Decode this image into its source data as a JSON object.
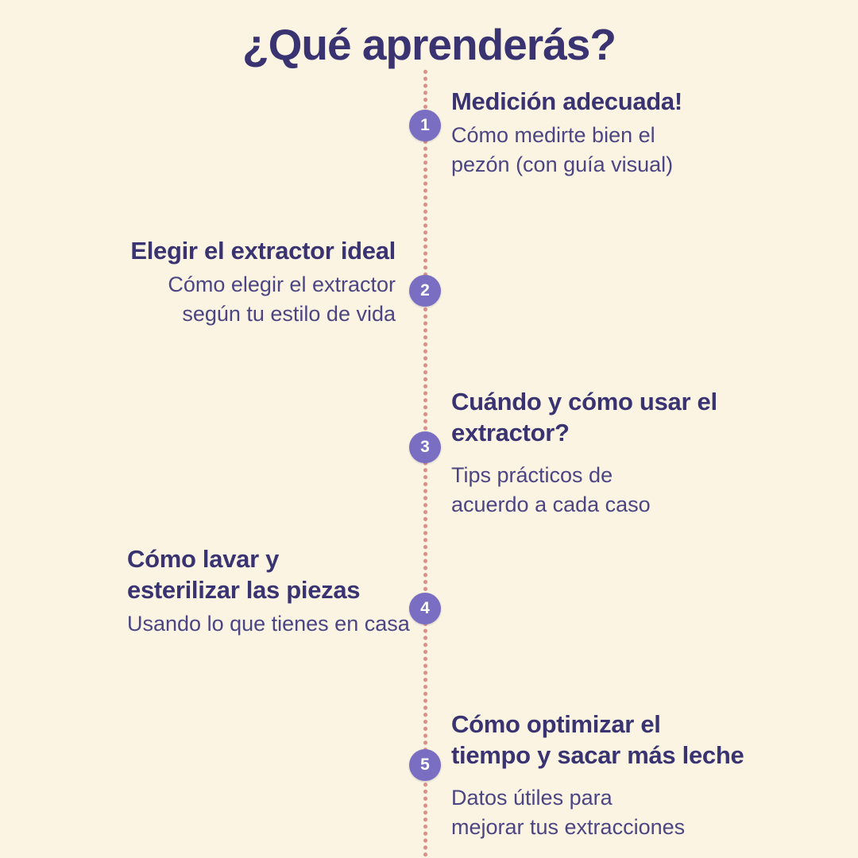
{
  "poster": {
    "title": "¿Qué aprenderás?",
    "background_color": "#FCF4E3",
    "heading_color": "#393371",
    "body_color": "#4B4583",
    "node_color": "#7A6EC2",
    "node_text_color": "#FFFFFF",
    "dot_color": "#D9908A"
  },
  "timeline": {
    "items": [
      {
        "number": "1",
        "side": "right",
        "heading_lines": [
          "Medición adecuada!"
        ],
        "body_lines": [
          "Cómo medirte bien el",
          "pezón (con guía visual)"
        ]
      },
      {
        "number": "2",
        "side": "left",
        "heading_lines": [
          "Elegir el extractor ideal"
        ],
        "body_lines": [
          "Cómo elegir el extractor",
          "según tu estilo de vida"
        ]
      },
      {
        "number": "3",
        "side": "right",
        "heading_lines": [
          "Cuándo y cómo usar el",
          "extractor?"
        ],
        "body_lines": [
          "Tips prácticos de",
          "acuerdo a cada caso"
        ]
      },
      {
        "number": "4",
        "side": "left",
        "heading_lines": [
          "Cómo lavar y",
          "esterilizar las piezas"
        ],
        "body_lines": [
          "Usando lo que tienes en casa"
        ]
      },
      {
        "number": "5",
        "side": "right",
        "heading_lines": [
          "Cómo optimizar el",
          "tiempo y sacar más leche"
        ],
        "body_lines": [
          "Datos útiles para",
          "mejorar tus extracciones"
        ]
      }
    ]
  }
}
